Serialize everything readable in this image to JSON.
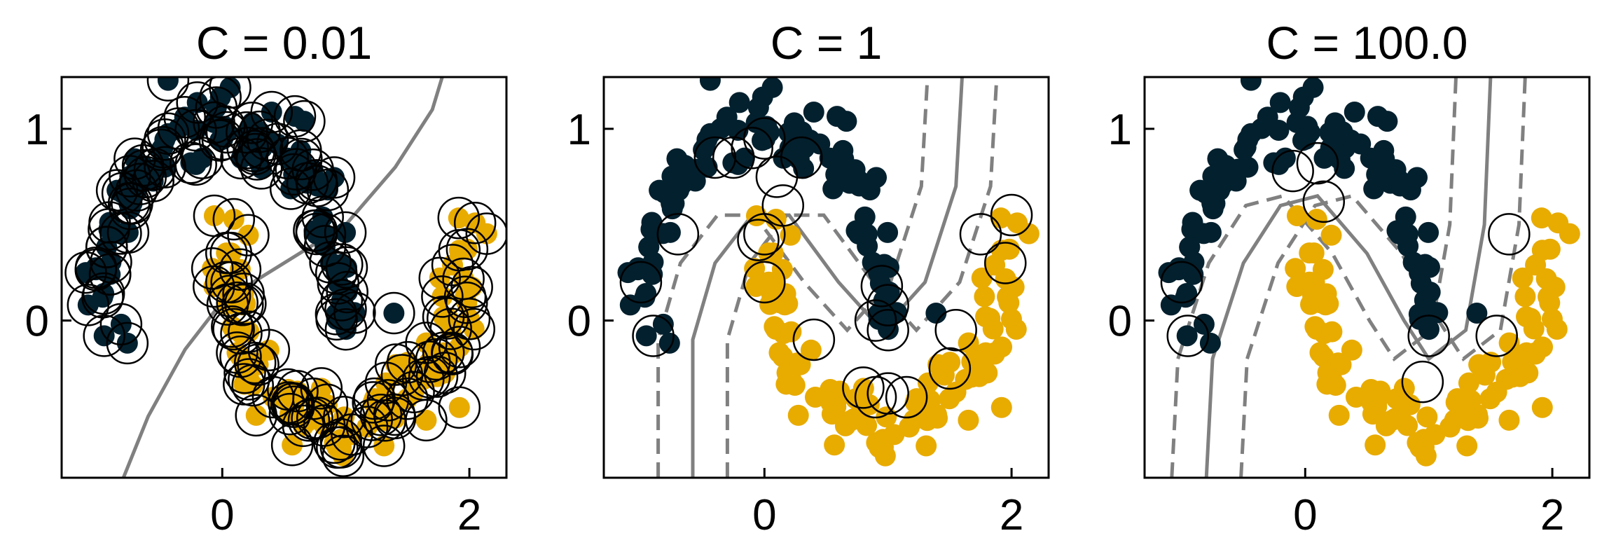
{
  "chart_data": [
    {
      "type": "scatter",
      "title": "C = 0.01",
      "xlim": [
        -1.3,
        2.3
      ],
      "ylim": [
        -0.82,
        1.27
      ],
      "xticks": [
        0,
        2
      ],
      "yticks": [
        0,
        1
      ],
      "xtick_labels": [
        "0",
        "2"
      ],
      "ytick_labels": [
        "0",
        "1"
      ],
      "support_vectors": "nearly all points circled",
      "decision_boundary": [
        [
          -0.8,
          -0.82
        ],
        [
          -0.6,
          -0.5
        ],
        [
          -0.3,
          -0.15
        ],
        [
          0.0,
          0.1
        ],
        [
          0.5,
          0.3
        ],
        [
          1.0,
          0.5
        ],
        [
          1.4,
          0.8
        ],
        [
          1.7,
          1.1
        ],
        [
          1.78,
          1.27
        ]
      ]
    },
    {
      "type": "scatter",
      "title": "C = 1",
      "xlim": [
        -1.3,
        2.3
      ],
      "ylim": [
        -0.82,
        1.27
      ],
      "xticks": [
        0,
        2
      ],
      "yticks": [
        0,
        1
      ],
      "xtick_labels": [
        "0",
        "2"
      ],
      "ytick_labels": [
        "0",
        "1"
      ],
      "support_vectors": [
        [
          -0.9,
          -0.08
        ],
        [
          -1.0,
          0.2
        ],
        [
          -0.7,
          0.45
        ],
        [
          0.0,
          0.95
        ],
        [
          -0.4,
          0.85
        ],
        [
          -0.25,
          0.85
        ],
        [
          0.3,
          0.85
        ],
        [
          0.1,
          0.75
        ],
        [
          -0.1,
          0.9
        ],
        [
          0.15,
          0.6
        ],
        [
          0.0,
          0.45
        ],
        [
          -0.05,
          0.42
        ],
        [
          0.0,
          0.2
        ],
        [
          0.4,
          -0.1
        ],
        [
          0.95,
          0.18
        ],
        [
          1.0,
          0.08
        ],
        [
          0.9,
          0.0
        ],
        [
          1.0,
          -0.05
        ],
        [
          0.8,
          -0.35
        ],
        [
          1.0,
          -0.38
        ],
        [
          0.9,
          -0.4
        ],
        [
          1.15,
          -0.4
        ],
        [
          1.5,
          -0.25
        ],
        [
          1.55,
          -0.05
        ],
        [
          1.75,
          0.45
        ],
        [
          1.95,
          0.3
        ],
        [
          2.0,
          0.55
        ]
      ],
      "decision_boundary": [
        [
          -0.58,
          -0.82
        ],
        [
          -0.58,
          -0.1
        ],
        [
          -0.4,
          0.3
        ],
        [
          -0.1,
          0.55
        ],
        [
          0.2,
          0.55
        ],
        [
          0.6,
          0.2
        ],
        [
          0.95,
          -0.05
        ],
        [
          1.3,
          0.2
        ],
        [
          1.55,
          0.7
        ],
        [
          1.6,
          1.27
        ]
      ]
    },
    {
      "type": "scatter",
      "title": "C = 100.0",
      "xlim": [
        -1.3,
        2.3
      ],
      "ylim": [
        -0.82,
        1.27
      ],
      "xticks": [
        0,
        2
      ],
      "yticks": [
        0,
        1
      ],
      "xtick_labels": [
        "0",
        "2"
      ],
      "ytick_labels": [
        "0",
        "1"
      ],
      "support_vectors": [
        [
          -0.95,
          -0.08
        ],
        [
          -1.0,
          0.2
        ],
        [
          -0.1,
          0.78
        ],
        [
          0.15,
          0.62
        ],
        [
          0.1,
          0.82
        ],
        [
          1.0,
          -0.08
        ],
        [
          0.95,
          -0.32
        ],
        [
          1.55,
          -0.08
        ],
        [
          1.65,
          0.45
        ]
      ],
      "decision_boundary": [
        [
          -0.8,
          -0.82
        ],
        [
          -0.75,
          -0.2
        ],
        [
          -0.5,
          0.3
        ],
        [
          -0.2,
          0.6
        ],
        [
          0.1,
          0.65
        ],
        [
          0.5,
          0.35
        ],
        [
          0.8,
          0.0
        ],
        [
          1.0,
          -0.2
        ],
        [
          1.3,
          -0.05
        ],
        [
          1.45,
          0.5
        ],
        [
          1.5,
          1.27
        ]
      ]
    }
  ],
  "series": {
    "upper_moon": {
      "color": "#03202e"
    },
    "lower_moon": {
      "color": "#e8ab00"
    }
  },
  "style": {
    "boundary_color": "#808080",
    "sv_edge_color": "#000000"
  }
}
